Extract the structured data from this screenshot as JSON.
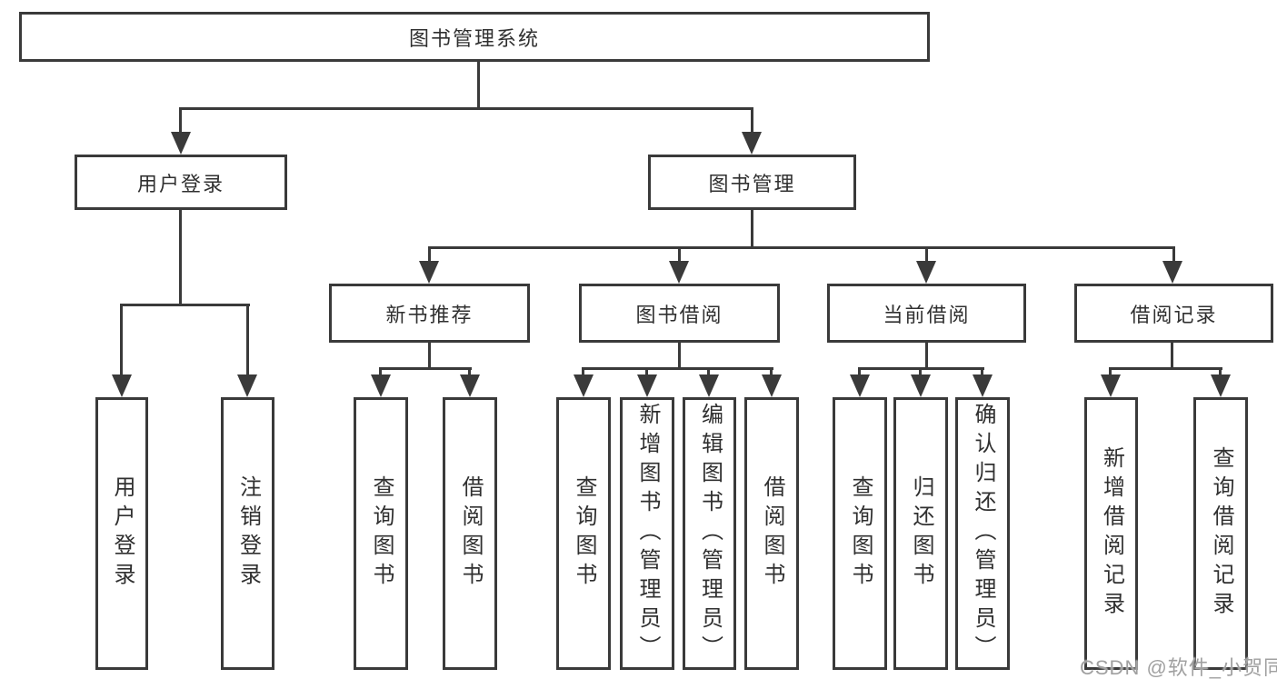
{
  "colors": {
    "line": "#3a3a3a",
    "text": "#303030",
    "box_bg": "#ffffff",
    "watermark_color": "#a0a0a0"
  },
  "diagram": {
    "root": {
      "label": "图书管理系统"
    },
    "level2": [
      {
        "label": "用户登录",
        "leaves": [
          "用户登录",
          "注销登录"
        ]
      },
      {
        "label": "图书管理",
        "sections": [
          {
            "label": "新书推荐",
            "leaves": [
              "查询图书",
              "借阅图书"
            ]
          },
          {
            "label": "图书借阅",
            "leaves": [
              "查询图书",
              "新增图书（管理员）",
              "编辑图书（管理员）",
              "借阅图书"
            ]
          },
          {
            "label": "当前借阅",
            "leaves": [
              "查询图书",
              "归还图书",
              "确认归还（管理员）"
            ]
          },
          {
            "label": "借阅记录",
            "leaves": [
              "新增借阅记录",
              "查询借阅记录"
            ]
          }
        ]
      }
    ]
  },
  "watermark": {
    "text": "CSDN @软件_小贺同学"
  }
}
